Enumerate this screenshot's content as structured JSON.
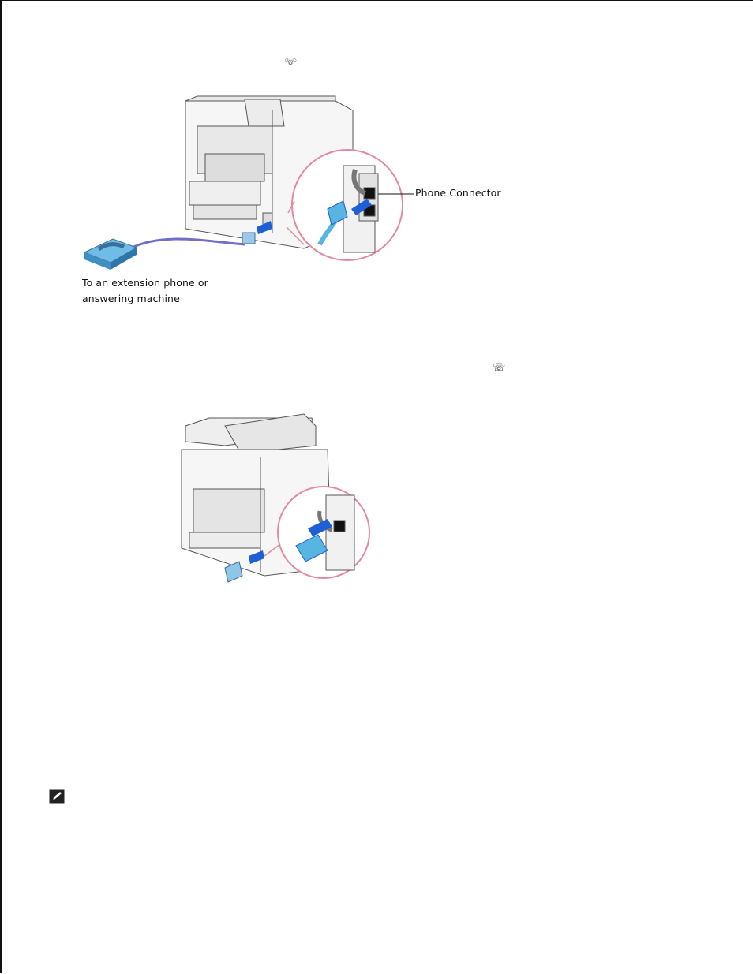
{
  "figure1": {
    "callout_label": "Phone Connector",
    "caption_line1": "To an extension phone or",
    "caption_line2": "answering machine"
  },
  "icons": {
    "line_icon_glyph": "☏",
    "ext_icon_glyph": "☏",
    "note_icon": "pencil-note-icon"
  },
  "colors": {
    "cable": "#6f6fc8",
    "plug": "#58b4e0",
    "arrow": "#1f5fd6",
    "magnifier": "#e18aa0",
    "outline": "#555555",
    "panel": "#f4f4f4"
  }
}
